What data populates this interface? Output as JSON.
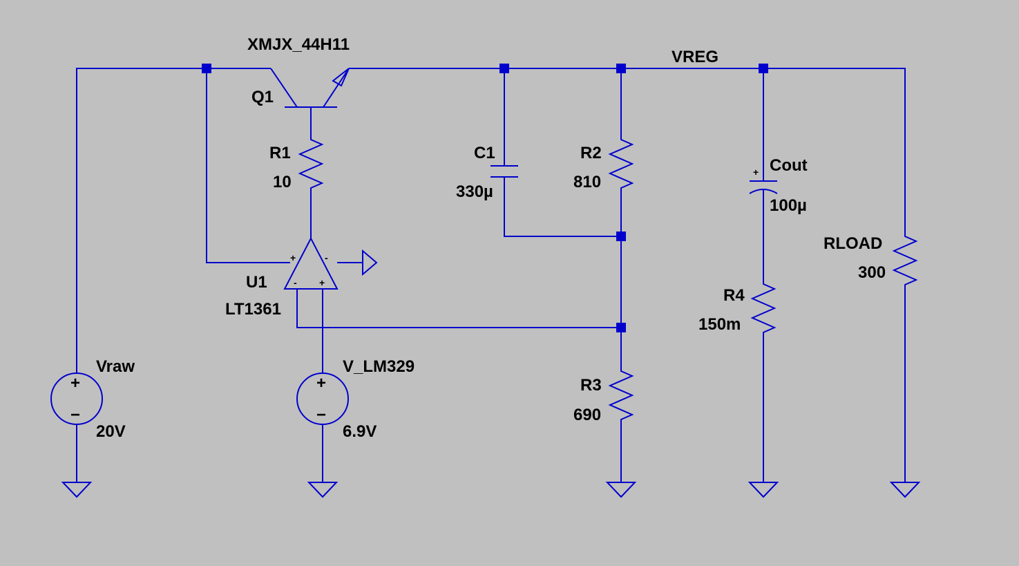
{
  "colors": {
    "background": "#c0c0c0",
    "wire": "#0000cd",
    "text": "#000000"
  },
  "net_labels": {
    "vreg": "VREG"
  },
  "components": {
    "q1": {
      "ref": "Q1",
      "model": "XMJX_44H11"
    },
    "r1": {
      "ref": "R1",
      "value": "10"
    },
    "u1": {
      "ref": "U1",
      "model": "LT1361",
      "pin_plus": "+",
      "pin_minus": "-"
    },
    "c1": {
      "ref": "C1",
      "value": "330µ"
    },
    "r2": {
      "ref": "R2",
      "value": "810"
    },
    "r3": {
      "ref": "R3",
      "value": "690"
    },
    "cout": {
      "ref": "Cout",
      "value": "100µ",
      "polarity": "+"
    },
    "r4": {
      "ref": "R4",
      "value": "150m"
    },
    "rload": {
      "ref": "RLOAD",
      "value": "300"
    },
    "vraw": {
      "ref": "Vraw",
      "value": "20V",
      "plus": "+",
      "minus": "−"
    },
    "v_lm329": {
      "ref": "V_LM329",
      "value": "6.9V",
      "plus": "+",
      "minus": "−"
    }
  }
}
